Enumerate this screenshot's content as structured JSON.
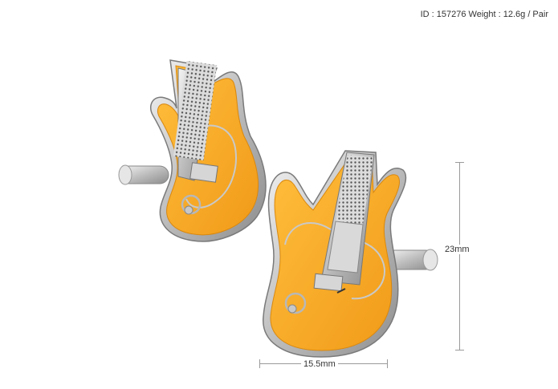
{
  "product": {
    "id_label": "ID : 157276",
    "weight_label": "Weight : 12.6g / Pair"
  },
  "dimensions": {
    "height": "23mm",
    "width": "15.5mm"
  },
  "colors": {
    "enamel": "#f5a623",
    "enamel_dark": "#e08a10",
    "silver": "#c8c8c8",
    "silver_dark": "#8a8a8a"
  }
}
